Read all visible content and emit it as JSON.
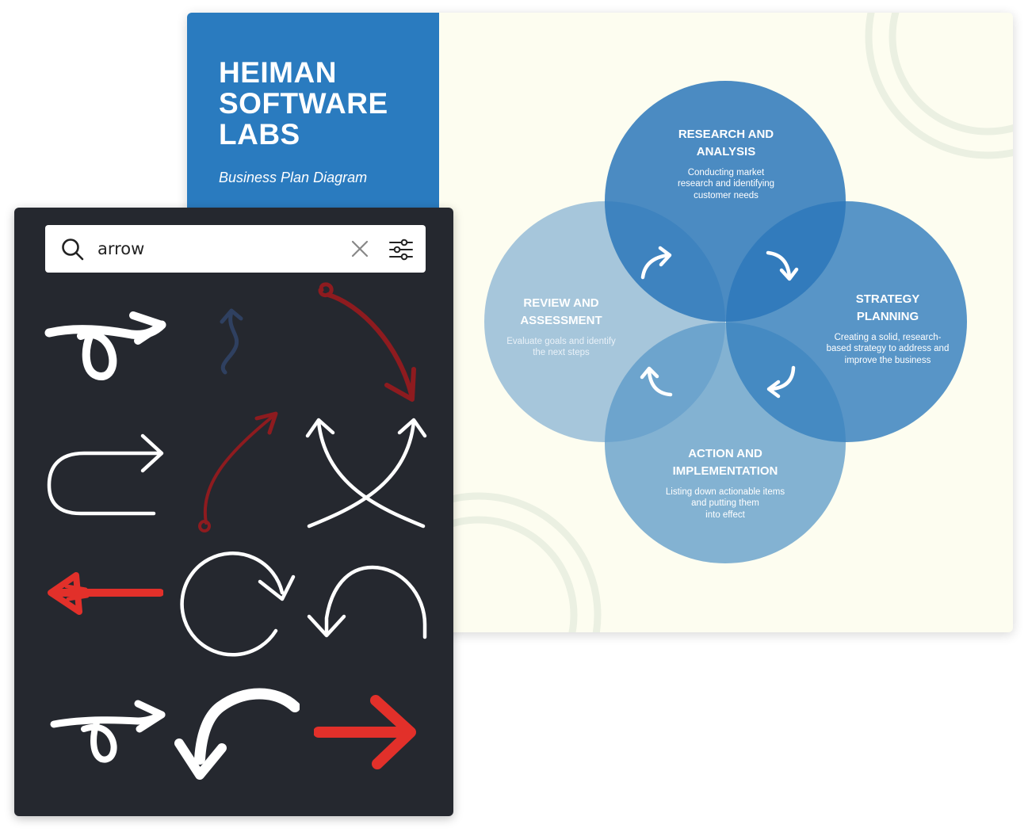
{
  "card": {
    "company": "HEIMAN SOFTWARE LABS",
    "subtitle": "Business Plan Diagram",
    "colors": {
      "accent": "#2a7bbf",
      "background": "#fdfdf0"
    },
    "circles": [
      {
        "title_line1": "RESEARCH AND",
        "title_line2": "ANALYSIS",
        "desc_line1": "Conducting market",
        "desc_line2": "research and identifying",
        "desc_line3": "customer needs"
      },
      {
        "title_line1": "STRATEGY",
        "title_line2": "PLANNING",
        "desc_line1": "Creating a solid, research-",
        "desc_line2": "based strategy to address and",
        "desc_line3": "improve the business"
      },
      {
        "title_line1": "ACTION AND",
        "title_line2": "IMPLEMENTATION",
        "desc_line1": "Listing down actionable items",
        "desc_line2": "and putting them",
        "desc_line3": "into effect"
      },
      {
        "title_line1": "REVIEW AND",
        "title_line2": "ASSESSMENT",
        "desc_line1": "Evaluate goals and identify",
        "desc_line2": "the next steps"
      }
    ]
  },
  "panel": {
    "search": {
      "value": "arrow",
      "icon": "search-icon",
      "clear_icon": "close-icon",
      "filter_icon": "sliders-icon"
    },
    "results": [
      {
        "icon": "loop-arrow-right-icon"
      },
      {
        "icon": "squiggle-arrow-up-icon"
      },
      {
        "icon": "curved-arrow-down-right-icon"
      },
      {
        "icon": "u-turn-arrow-right-icon"
      },
      {
        "icon": "curved-arrow-up-right-icon"
      },
      {
        "icon": "crossing-arrows-up-icon"
      },
      {
        "icon": "arrow-left-icon"
      },
      {
        "icon": "circular-arrow-icon"
      },
      {
        "icon": "arc-arrow-down-left-icon"
      },
      {
        "icon": "loop-arrow-right-icon"
      },
      {
        "icon": "curved-arrow-down-left-icon"
      },
      {
        "icon": "arrow-right-icon"
      }
    ]
  }
}
